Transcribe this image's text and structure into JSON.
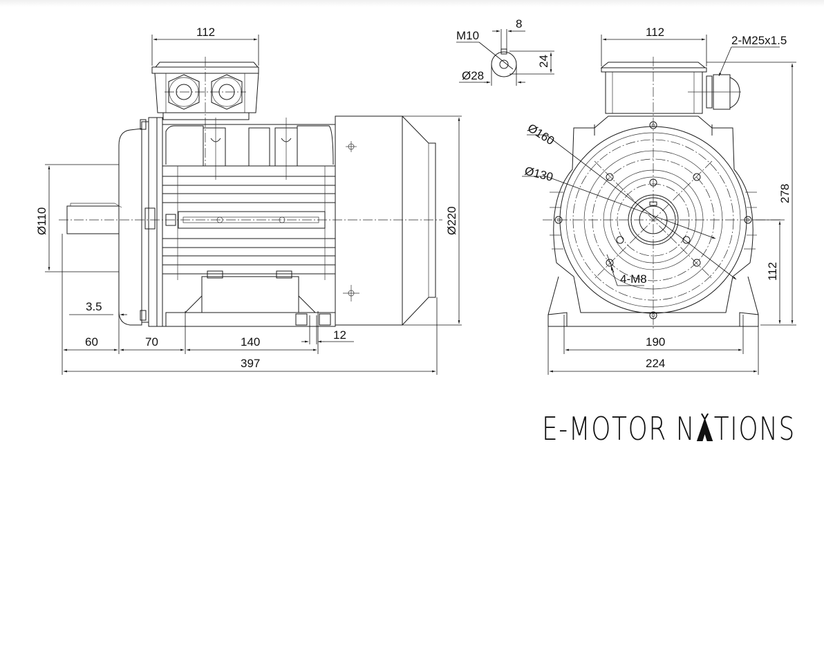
{
  "document": {
    "type": "Electric motor dimensional drawing",
    "views": [
      "side-view",
      "shaft-section",
      "end-view"
    ]
  },
  "side_view": {
    "dims": {
      "terminal_box_width": "112",
      "flange_diameter": "Ø110",
      "fan_cover_diameter": "Ø220",
      "spigot": "3.5",
      "shaft_length": "60",
      "shaft_to_foot_hole": "70",
      "foot_hole_spacing": "140",
      "foot_hole_width": "12",
      "overall_length": "397"
    }
  },
  "shaft_section": {
    "dims": {
      "thread": "M10",
      "key_width": "8",
      "shaft_diameter": "Ø28",
      "key_height": "24"
    }
  },
  "end_view": {
    "dims": {
      "terminal_box_width": "112",
      "cable_gland": "2-M25x1.5",
      "pitch_circle": "Ø160",
      "spigot_diameter": "Ø130",
      "flange_holes": "4-M8",
      "overall_height": "278",
      "shaft_height": "112",
      "foot_hole_spacing": "190",
      "foot_width": "224"
    }
  },
  "logo": {
    "text_before": "E-MOTOR N",
    "text_tent": "A",
    "text_after": "TIONS",
    "color": "#111111"
  }
}
